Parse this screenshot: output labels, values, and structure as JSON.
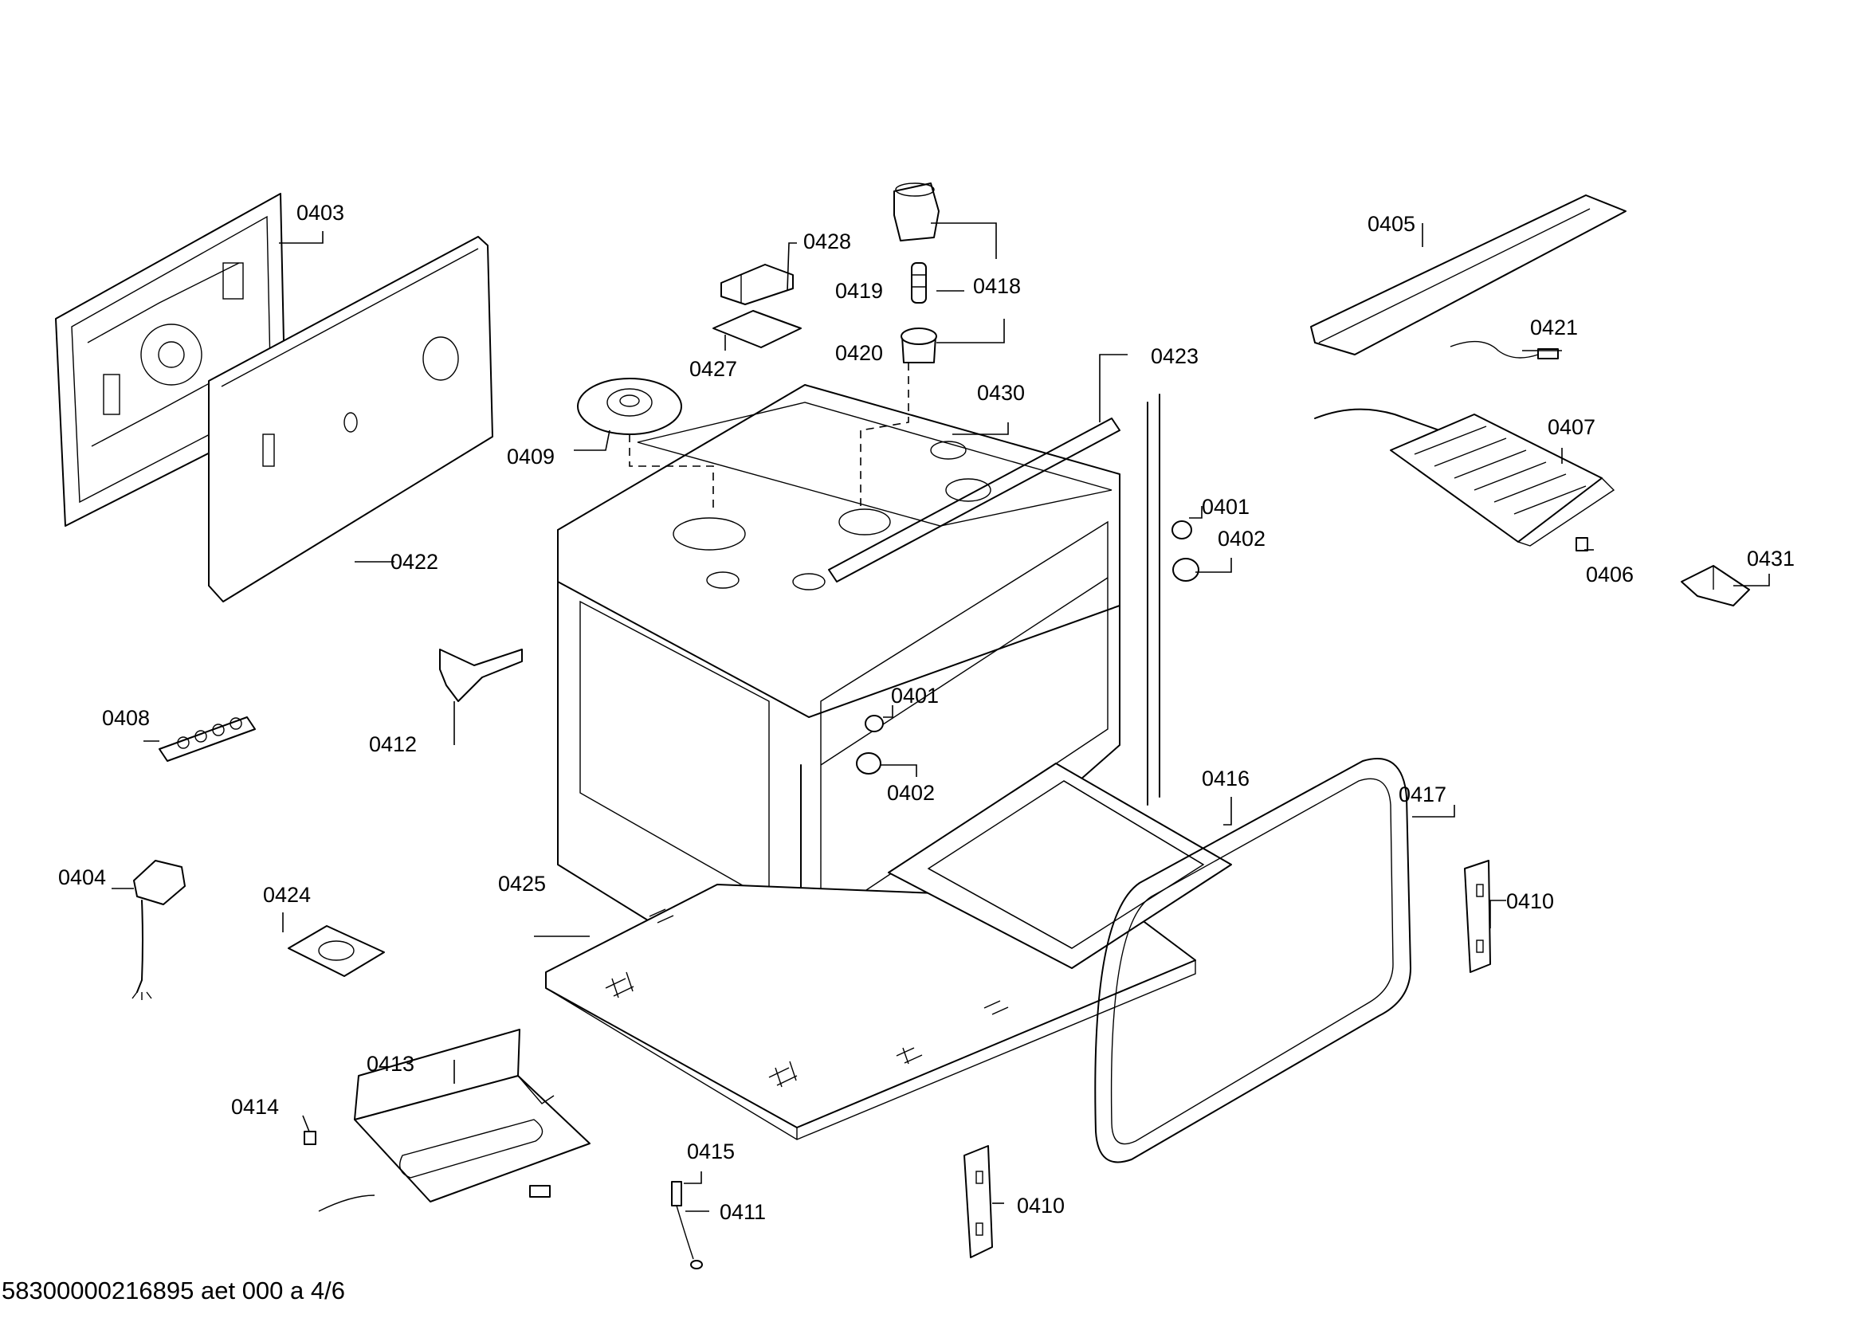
{
  "footer": "58300000216895 aet 000 a 4/6",
  "labels": {
    "p0401a": "0401",
    "p0401b": "0401",
    "p0402a": "0402",
    "p0402b": "0402",
    "p0403": "0403",
    "p0404": "0404",
    "p0405": "0405",
    "p0406": "0406",
    "p0407": "0407",
    "p0408": "0408",
    "p0409": "0409",
    "p0410a": "0410",
    "p0410b": "0410",
    "p0411": "0411",
    "p0412": "0412",
    "p0413": "0413",
    "p0414": "0414",
    "p0415": "0415",
    "p0416": "0416",
    "p0417": "0417",
    "p0418": "0418",
    "p0419": "0419",
    "p0420": "0420",
    "p0421": "0421",
    "p0422": "0422",
    "p0423": "0423",
    "p0424": "0424",
    "p0425": "0425",
    "p0427": "0427",
    "p0428": "0428",
    "p0430": "0430",
    "p0431": "0431"
  }
}
